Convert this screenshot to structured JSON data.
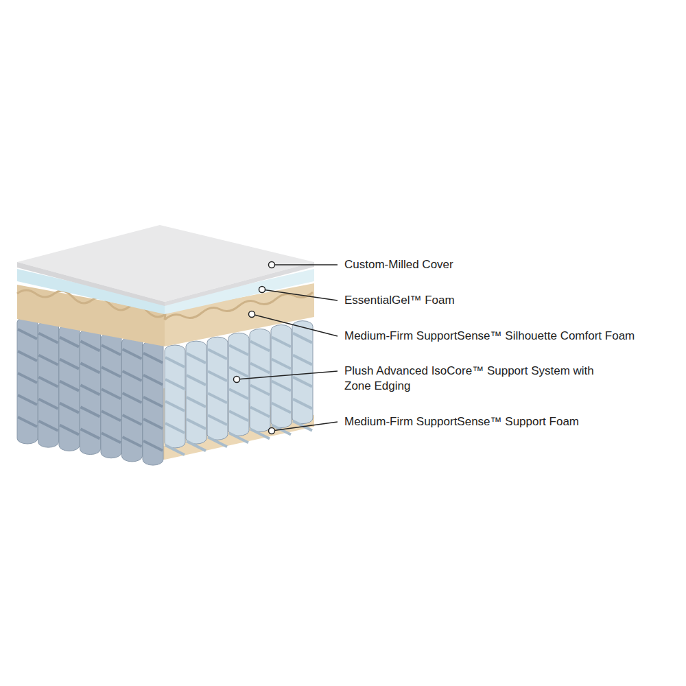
{
  "diagram": {
    "labels": [
      "Custom-Milled Cover",
      "EssentialGel™ Foam",
      "Medium-Firm SupportSense™ Silhouette Comfort Foam",
      "Plush Advanced IsoCore™ Support System with Zone Edging",
      "Medium-Firm SupportSense™ Support Foam"
    ]
  }
}
